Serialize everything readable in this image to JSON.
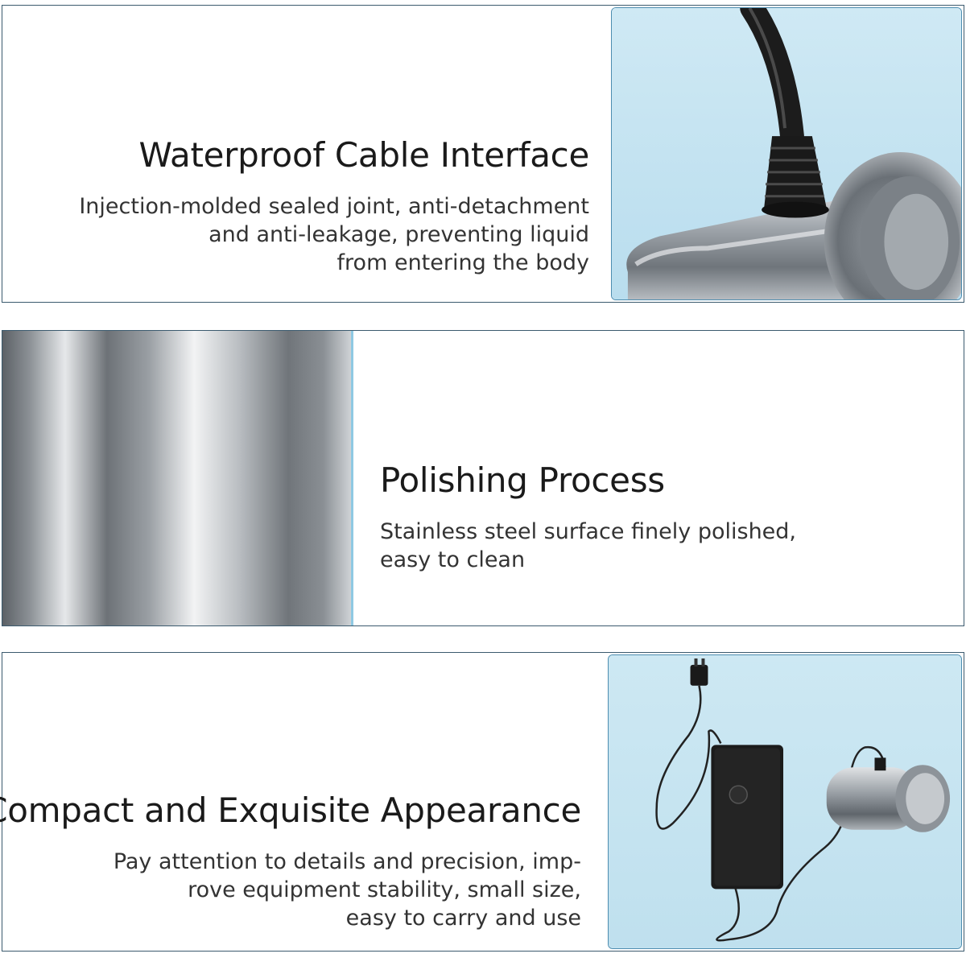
{
  "features": [
    {
      "title": "Waterproof Cable Interface",
      "lines": [
        "Injection-molded sealed joint, anti-detachment",
        "and anti-leakage, preventing liquid",
        "from entering the body"
      ]
    },
    {
      "title": "Polishing Process",
      "lines": [
        "Stainless steel surface finely polished,",
        "easy to clean"
      ]
    },
    {
      "title": "Compact and Exquisite Appearance",
      "lines": [
        "Pay attention to details and precision, imp-",
        "rove equipment stability, small size,",
        "easy to carry and use"
      ]
    }
  ],
  "colors": {
    "card_border": "#3b5a6e",
    "photo_background": "#c9e6f2",
    "accent_edge": "#8fc9e3",
    "text": "#1a1a1a"
  }
}
